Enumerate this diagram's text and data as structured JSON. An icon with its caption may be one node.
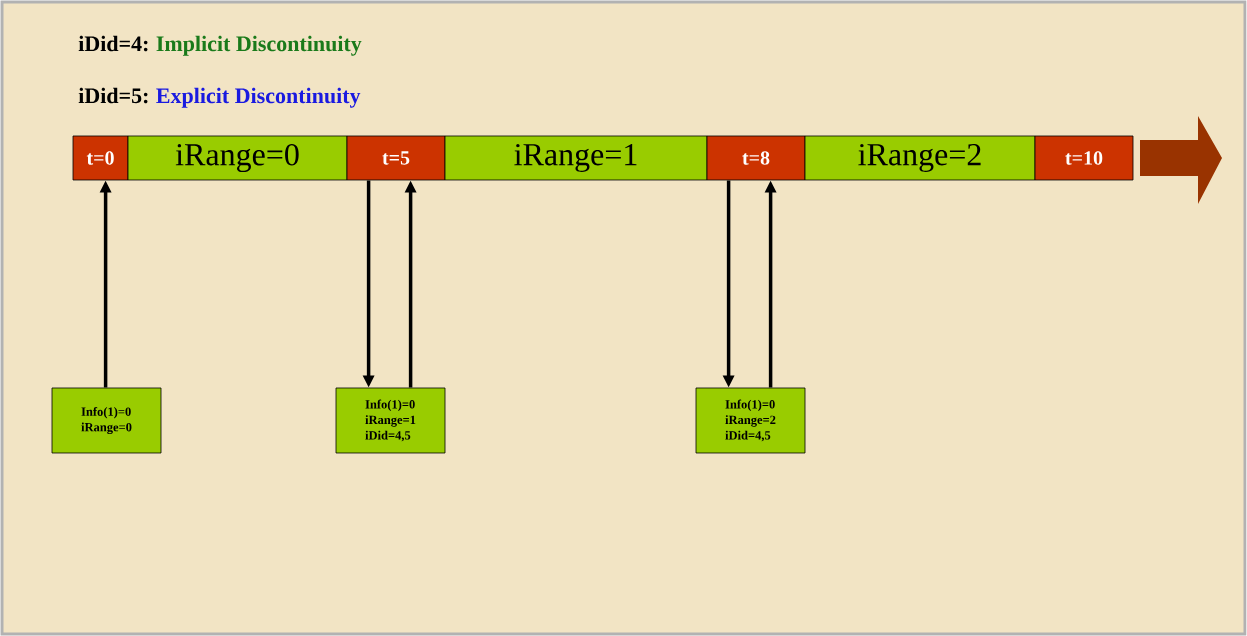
{
  "diagram": {
    "nodes": [
      {
        "text": [
          "t=0"
        ]
      },
      {
        "text": [
          "iRange=0"
        ]
      },
      {
        "text": [
          "t=5"
        ]
      },
      {
        "text": [
          "iRange=1"
        ]
      },
      {
        "text": [
          "t=8"
        ]
      },
      {
        "text": [
          "iRange=2"
        ]
      },
      {
        "text": [
          "t=10"
        ]
      },
      {
        "text": [
          "Info(1)=0",
          "iRange=0"
        ]
      },
      {
        "text": [
          "Info(1)=0",
          "iRange=1",
          "iDid=4,5"
        ]
      },
      {
        "text": [
          "Info(1)=0",
          "iRange=2",
          "iDid=4,5"
        ]
      }
    ],
    "edges": [
      {
        "from": 7,
        "to": 0,
        "arrow": "to"
      },
      {
        "from": 2,
        "to": 8,
        "arrow": "to"
      },
      {
        "from": 8,
        "to": 2,
        "arrow": "to"
      },
      {
        "from": 4,
        "to": 9,
        "arrow": "to"
      },
      {
        "from": 9,
        "to": 4,
        "arrow": "to"
      }
    ],
    "labels": [
      "iDid=4:",
      "Implicit Discontinuity",
      "iDid=5:",
      "Explicit Discontinuity"
    ]
  }
}
